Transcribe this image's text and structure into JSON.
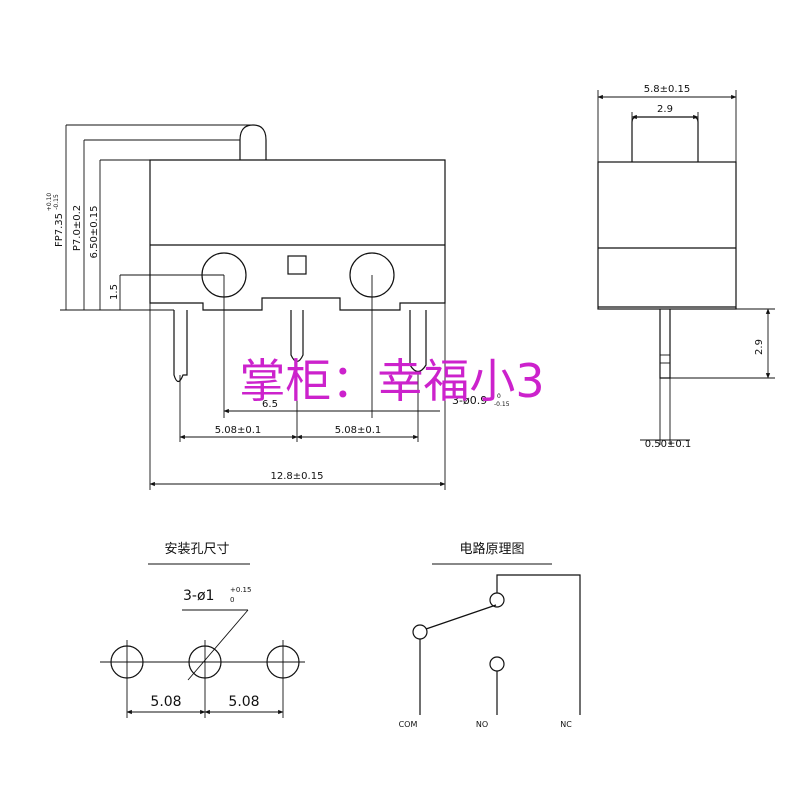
{
  "front_view": {
    "dim_fp": "FP7.35",
    "dim_fp_tol_upper": "+0.10",
    "dim_fp_tol_lower": "-0.15",
    "dim_p": "P7.0±0.2",
    "dim_650": "6.50±0.15",
    "dim_15": "1.5",
    "dim_65": "6.5",
    "dim_hole": "3-ø0.9",
    "dim_hole_tol_upper": "0",
    "dim_hole_tol_lower": "-0.15",
    "dim_pitch_left": "5.08±0.1",
    "dim_pitch_right": "5.08±0.1",
    "dim_width": "12.8±0.15"
  },
  "side_view": {
    "dim_width": "5.8±0.15",
    "dim_actuator": "2.9",
    "dim_pin_length": "2.9",
    "dim_pin_thickness": "0.50±0.1"
  },
  "mounting_holes": {
    "title": "安装孔尺寸",
    "hole_spec": "3-ø1",
    "hole_tol_upper": "+0.15",
    "hole_tol_lower": "0",
    "pitch_left": "5.08",
    "pitch_right": "5.08"
  },
  "circuit": {
    "title": "电路原理图",
    "label_com": "COM",
    "label_no": "NO",
    "label_nc": "NC"
  },
  "watermark": {
    "text": "掌柜：幸福小3",
    "color": "#cc22cc"
  }
}
